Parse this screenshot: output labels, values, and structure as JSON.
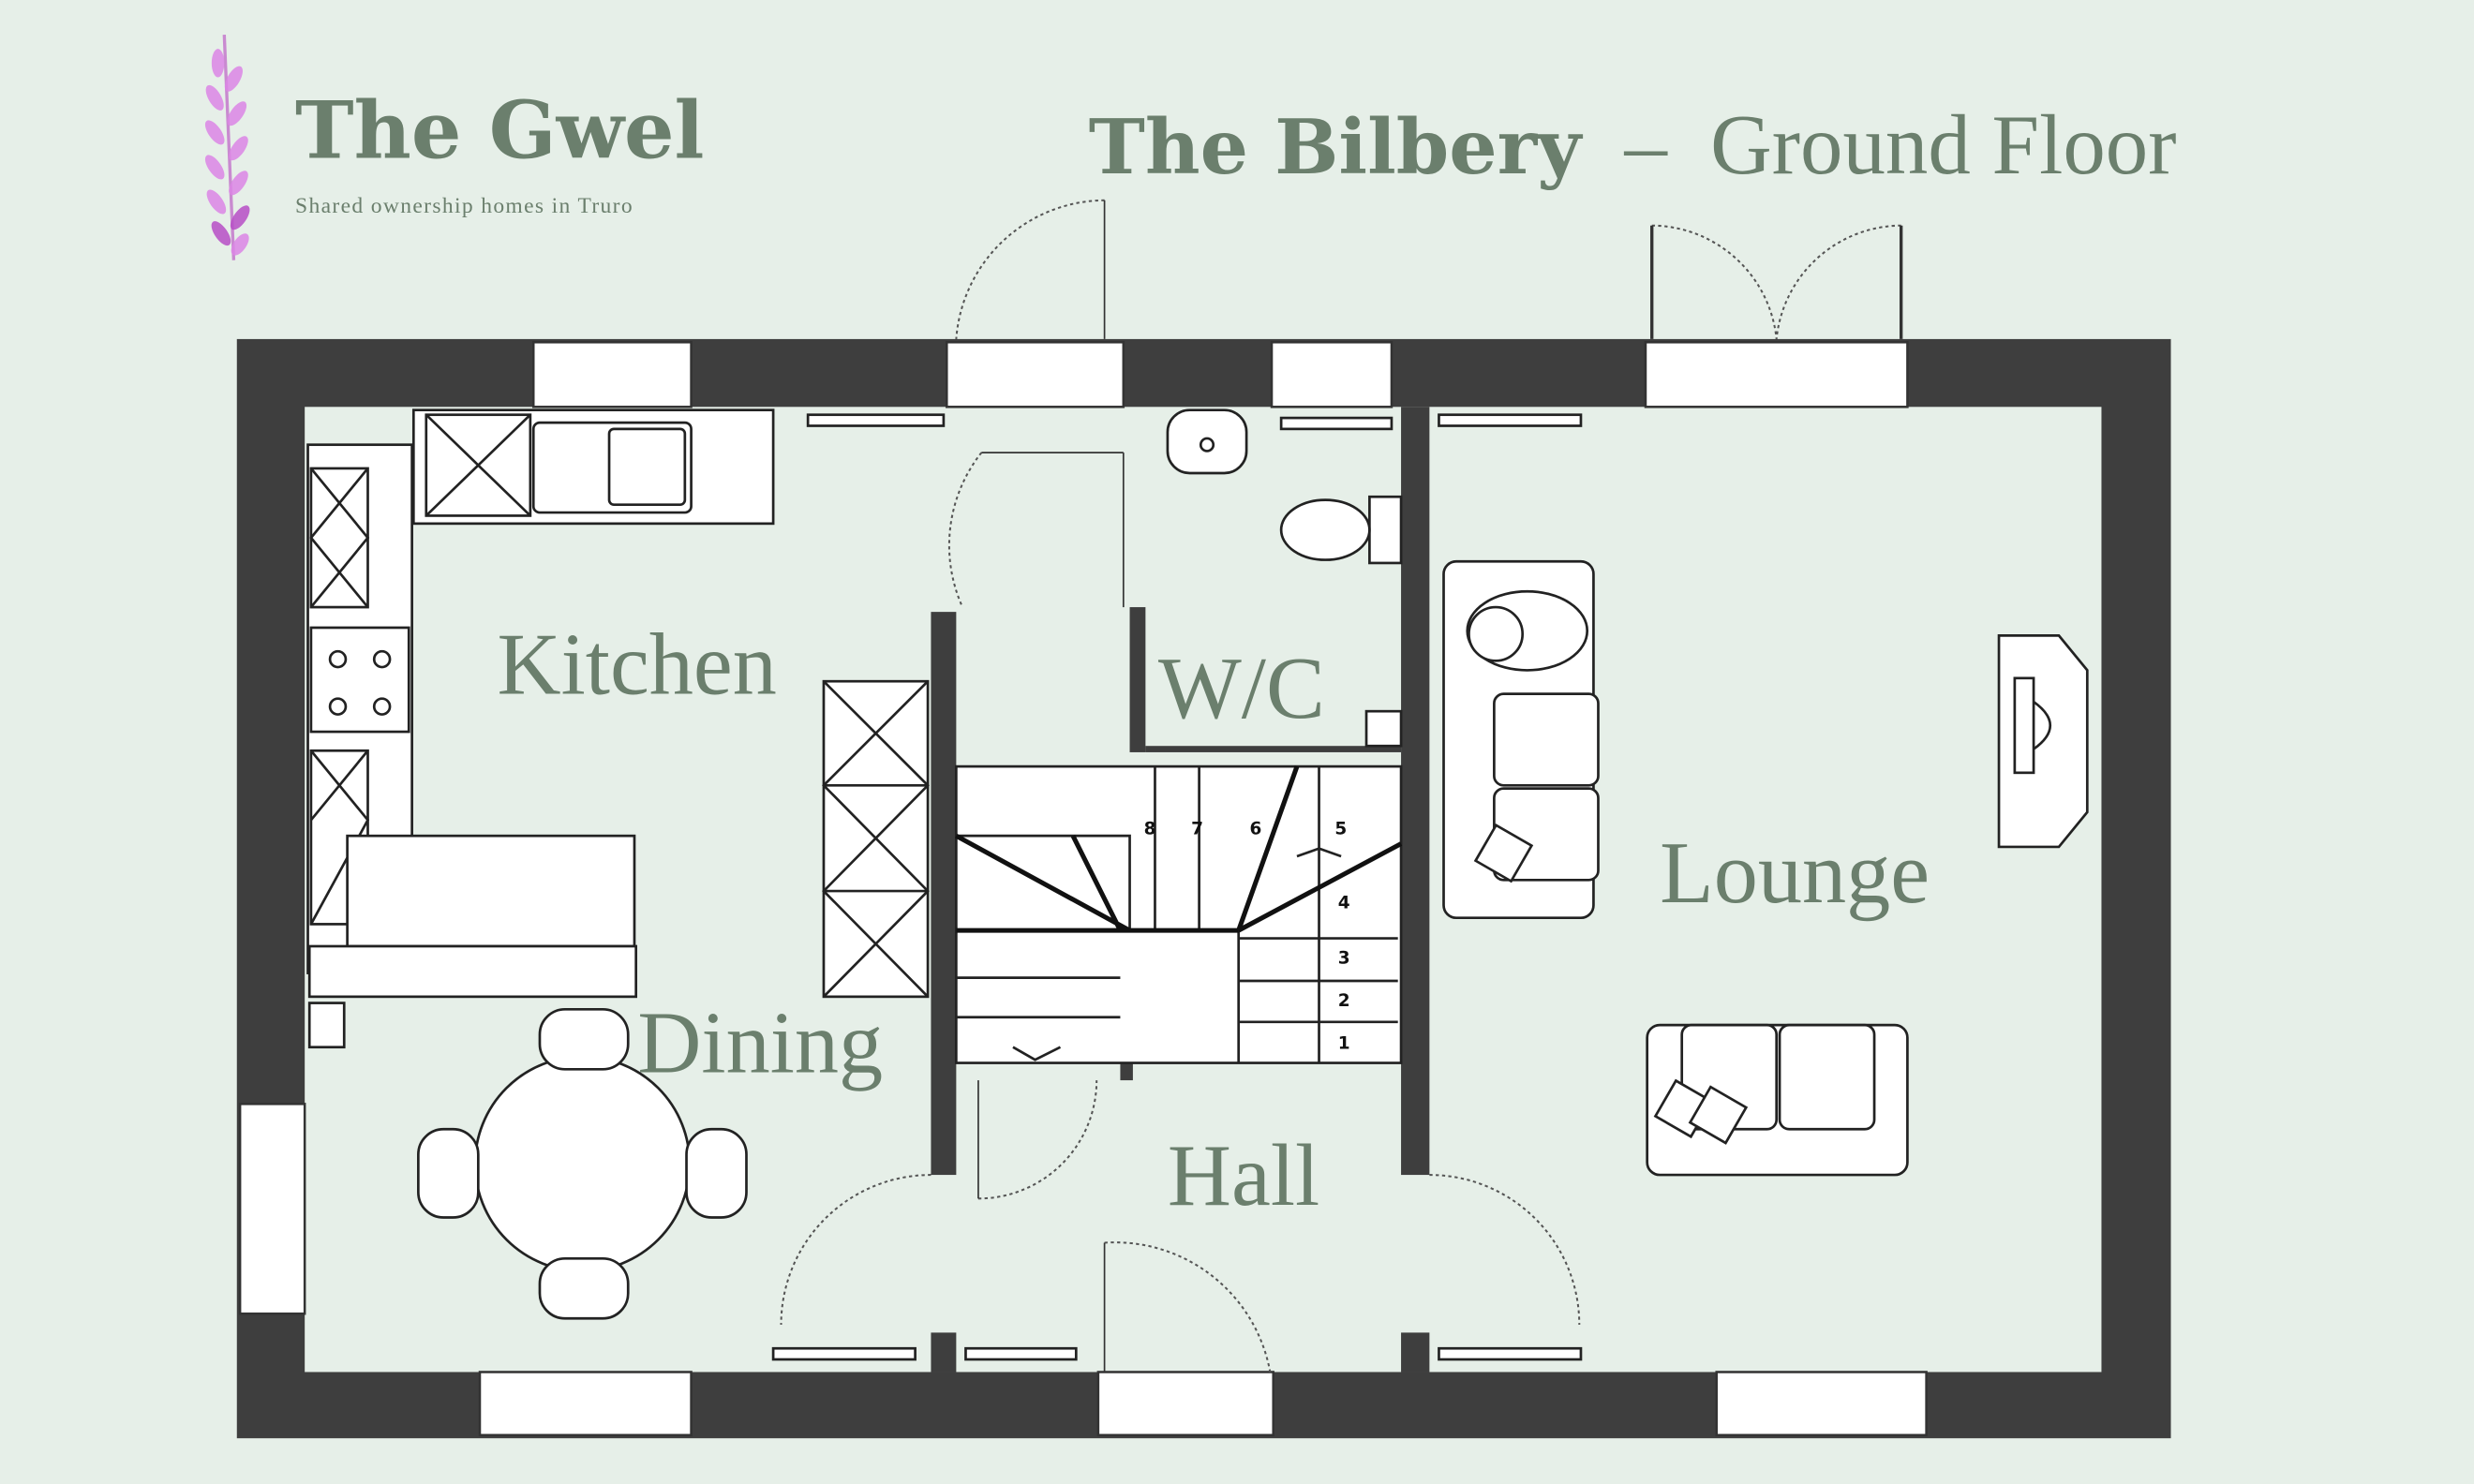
{
  "brand": {
    "name": "The Gwel",
    "tagline": "Shared ownership homes in Truro"
  },
  "title": {
    "house": "The Bilbery",
    "separator": "–",
    "floor": "Ground Floor"
  },
  "rooms": {
    "kitchen": "Kitchen",
    "dining": "Dining",
    "wc": "W/C",
    "hall": "Hall",
    "lounge": "Lounge"
  },
  "stair_numbers": [
    "1",
    "2",
    "3",
    "4",
    "5",
    "6",
    "7",
    "8"
  ],
  "colors": {
    "background": "#e6efe8",
    "wall": "#3e3e3e",
    "text": "#6b7f6d",
    "logo_sprig": "#d77be0"
  }
}
